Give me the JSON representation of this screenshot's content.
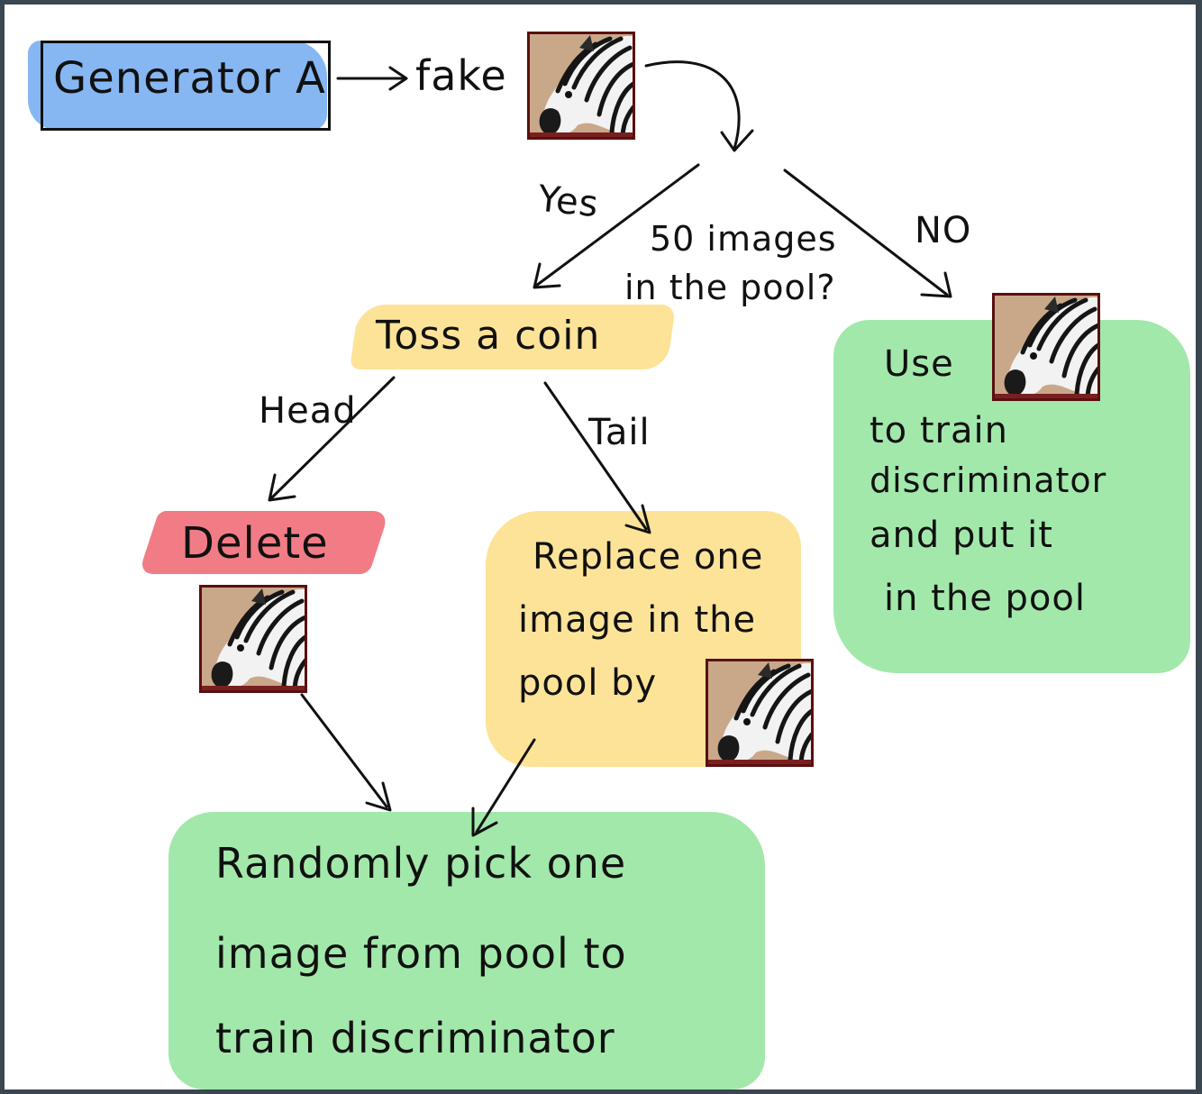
{
  "nodes": {
    "generator": "Generator A",
    "fake": "fake",
    "question_line1": "50 images",
    "question_line2": "in the pool?",
    "yes": "Yes",
    "no": "NO",
    "toss": "Toss a coin",
    "head": "Head",
    "tail": "Tail",
    "delete": "Delete",
    "replace_line1": "Replace one",
    "replace_line2": "image in the",
    "replace_line3": "pool by",
    "use_label": "Use",
    "use_line2": "to train",
    "use_line3": "discriminator",
    "use_line4": "and put it",
    "use_line5": "in the pool",
    "random_line1": "Randomly pick one",
    "random_line2": "image from pool to",
    "random_line3": "train discriminator"
  },
  "images": {
    "subject": "zebra"
  },
  "colors": {
    "blue": "#7fb3f2",
    "yellow": "#fde398",
    "red": "#f27c86",
    "green": "#a2e8aa",
    "ink": "#111111",
    "frame": "#3a4650"
  }
}
